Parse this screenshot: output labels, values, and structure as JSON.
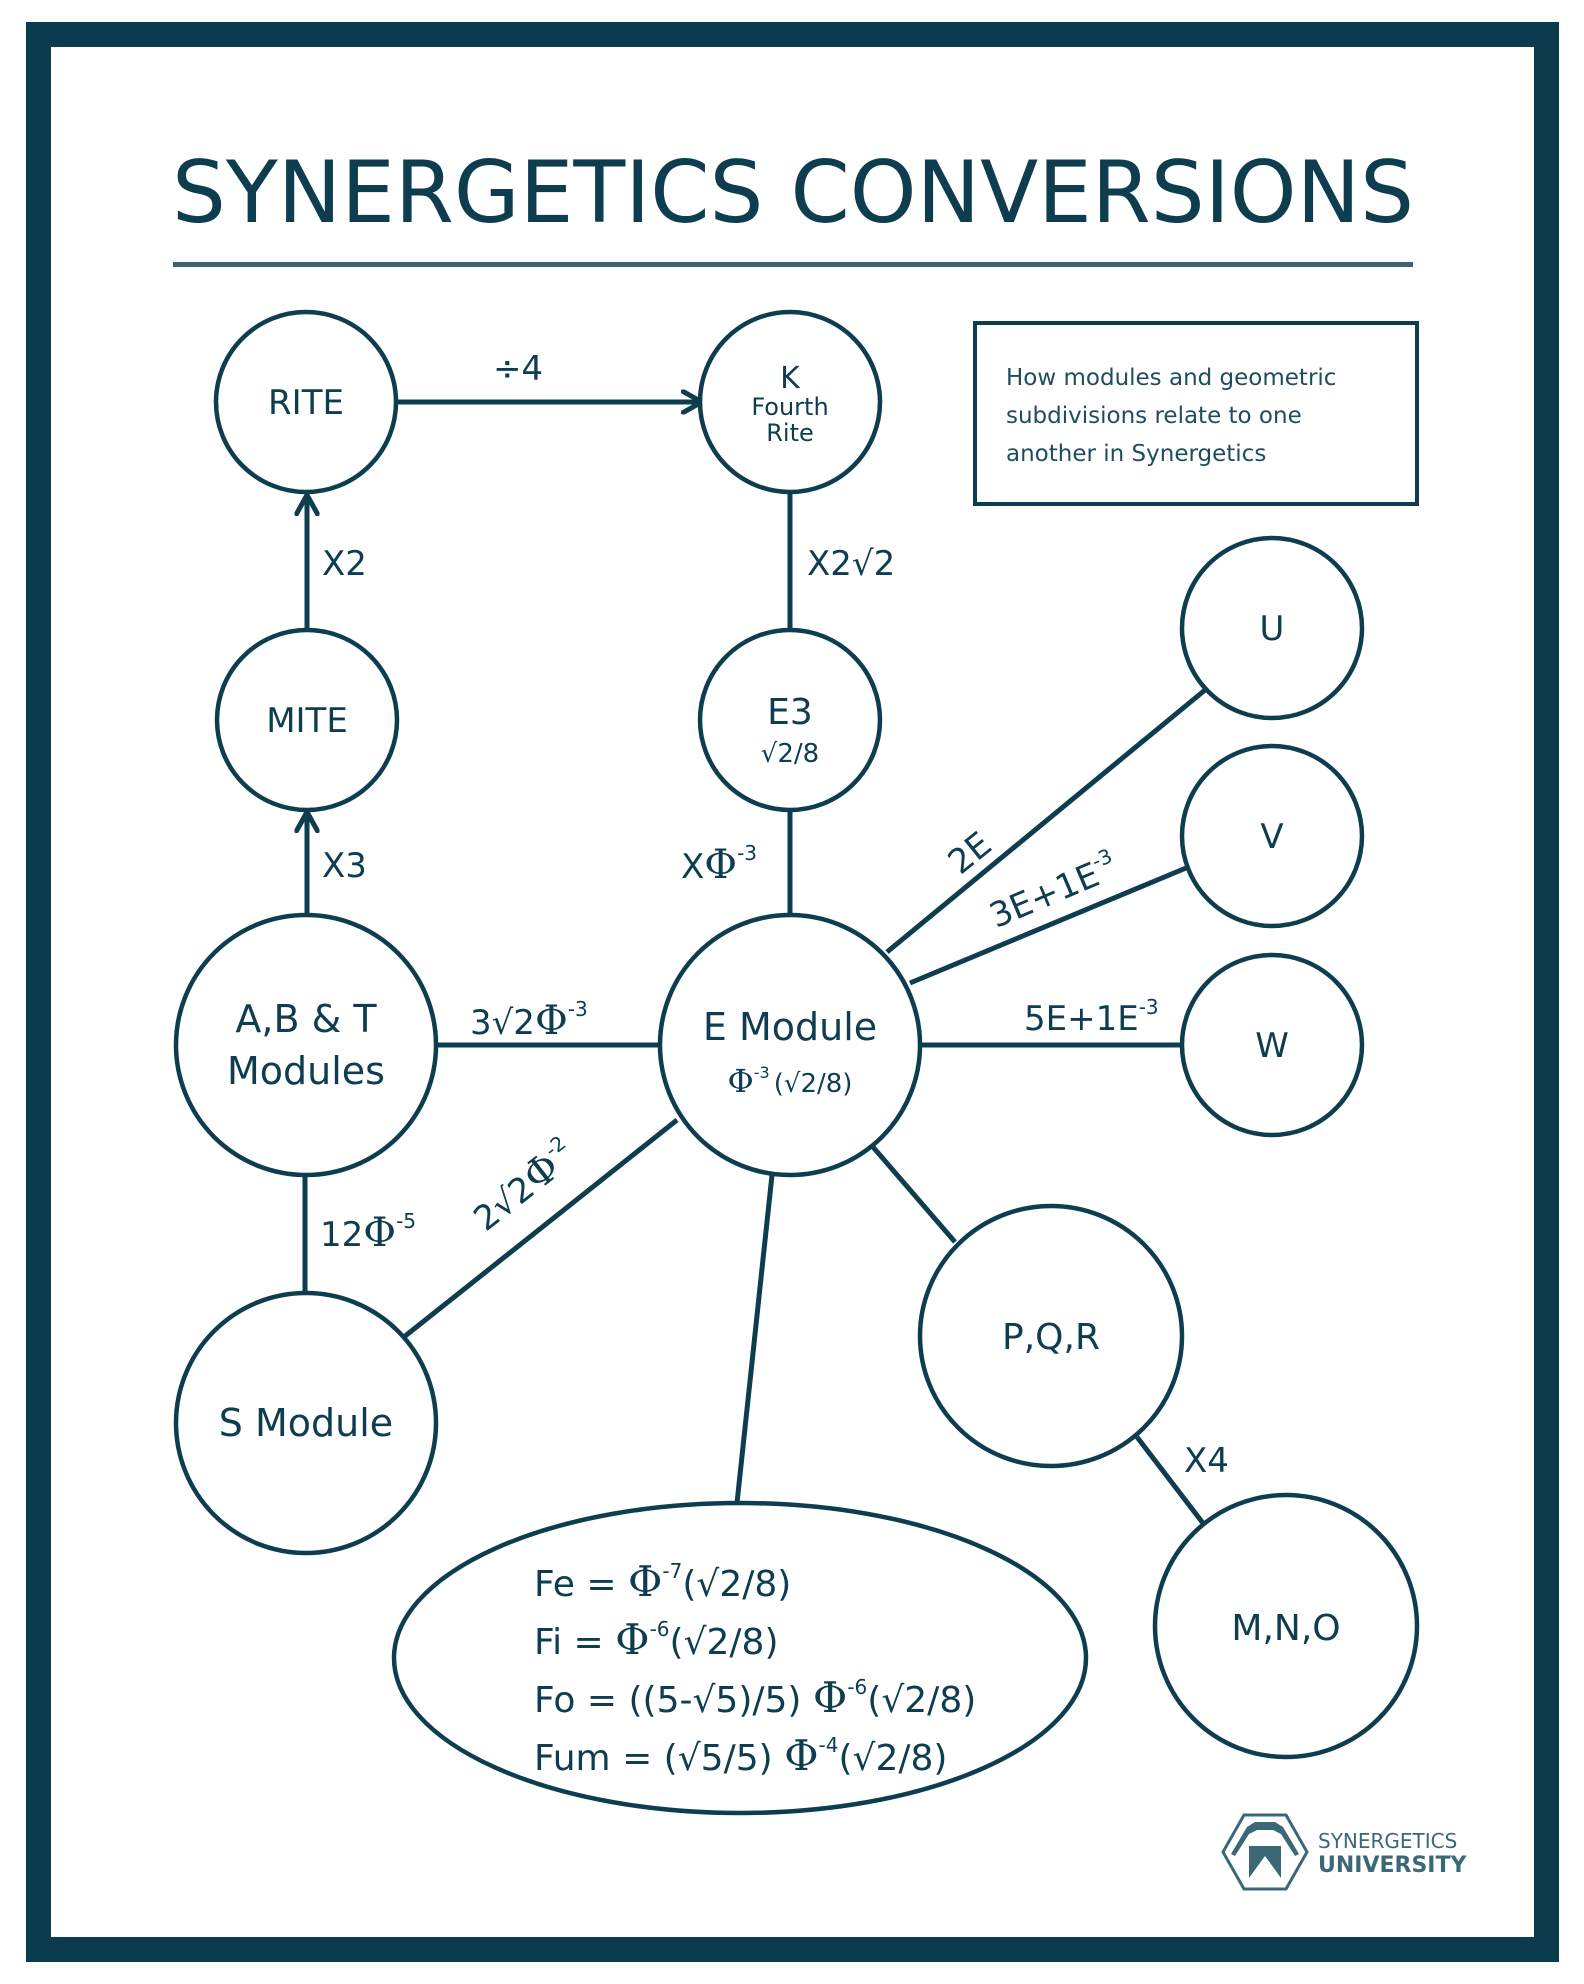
{
  "title": "SYNERGETICS CONVERSIONS",
  "description": [
    "How modules and geometric",
    "subdivisions relate to one",
    "another in Synergetics"
  ],
  "colors": {
    "primary": "#0b3c4e",
    "rule": "#3d6470",
    "logo": "#3b6876",
    "background": "#ffffff"
  },
  "nodes": {
    "rite": {
      "label": "RITE"
    },
    "k": {
      "label": "K",
      "sub1": "Fourth",
      "sub2": "Rite"
    },
    "mite": {
      "label": "MITE"
    },
    "e3": {
      "label": "E3",
      "sub": "√2/8"
    },
    "abt": {
      "line1": "A,B & T",
      "line2": "Modules"
    },
    "emod": {
      "label": "E Module",
      "sub_phi": "Φ",
      "sub_exp": "-3",
      "sub_rest": "(√2/8)"
    },
    "u": {
      "label": "U"
    },
    "v": {
      "label": "V"
    },
    "w": {
      "label": "W"
    },
    "s": {
      "label": "S Module"
    },
    "pqr": {
      "label": "P,Q,R"
    },
    "mno": {
      "label": "M,N,O"
    }
  },
  "edges": {
    "rite_k": "÷4",
    "mite_rite": "X2",
    "abt_mite": "X3",
    "k_e3": "X2√2",
    "e3_e": {
      "pre": "X",
      "phi": "Φ",
      "exp": "-3"
    },
    "abt_e": {
      "pre": "3√2",
      "phi": "Φ",
      "exp": "-3"
    },
    "abt_s": {
      "pre": "12",
      "phi": "Φ",
      "exp": "-5"
    },
    "e_s": {
      "pre": "2√2",
      "phi": "Φ",
      "exp": "-2"
    },
    "e_u": "2E",
    "e_v": {
      "pre": "3E+1E",
      "exp": "-3"
    },
    "e_w": {
      "pre": "5E+1E",
      "exp": "-3"
    },
    "pqr_mno": "X4"
  },
  "formulas": [
    {
      "pre": "Fe = ",
      "phi": "Φ",
      "exp": "-7",
      "post": "(√2/8)"
    },
    {
      "pre": "Fi = ",
      "phi": "Φ",
      "exp": "-6",
      "post": "(√2/8)"
    },
    {
      "pre": "Fo = ((5-√5)/5) ",
      "phi": "Φ",
      "exp": "-6",
      "post": "(√2/8)"
    },
    {
      "pre": "Fum = (√5/5) ",
      "phi": "Φ",
      "exp": "-4",
      "post": "(√2/8)"
    }
  ],
  "logo": {
    "line1": "SYNERGETICS",
    "line2": "UNIVERSITY",
    "icon": "hexagon-dome-icon"
  }
}
